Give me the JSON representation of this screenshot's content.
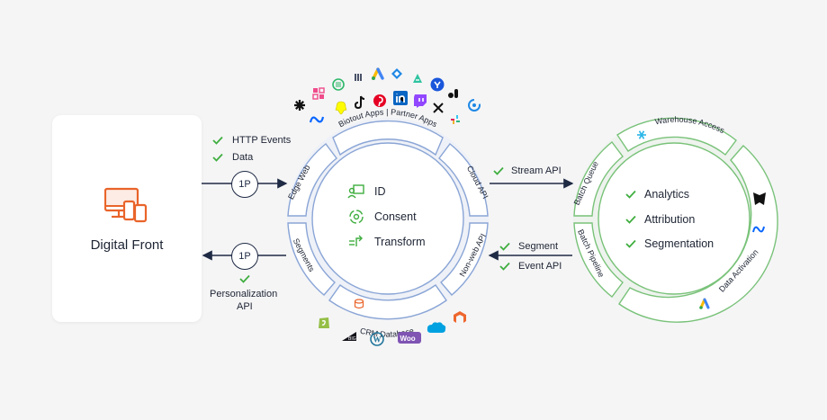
{
  "left_card": {
    "title": "Digital Front"
  },
  "left_links": {
    "http_events": "HTTP Events",
    "data": "Data",
    "badge_top": "1P",
    "badge_bottom": "1P",
    "personalization_line1": "Personalization",
    "personalization_line2": "API"
  },
  "middle_ring": {
    "top_segment": "Biotout Apps | Partner Apps",
    "left_upper": "Edge Web",
    "left_lower": "Segments",
    "right_upper": "Cloud API",
    "right_lower": "Non-web API",
    "bottom_segment": "CRM Database",
    "items": [
      "ID",
      "Consent",
      "Transform"
    ]
  },
  "right_links": {
    "stream_api": "Stream API",
    "segment": "Segment",
    "event_api": "Event API"
  },
  "right_ring": {
    "top_segment": "Warehouse Access",
    "left_upper": "Batch Queue",
    "left_lower": "Batch Pipeline",
    "right_segment": "Data Activation",
    "items": [
      "Analytics",
      "Attribution",
      "Segmentation"
    ]
  },
  "colors": {
    "accent_orange": "#e9642a",
    "check_green": "#3fae3f",
    "ring_blue": "#8aa5d6",
    "ring_green": "#79c279",
    "line_dark": "#1f2a44"
  }
}
